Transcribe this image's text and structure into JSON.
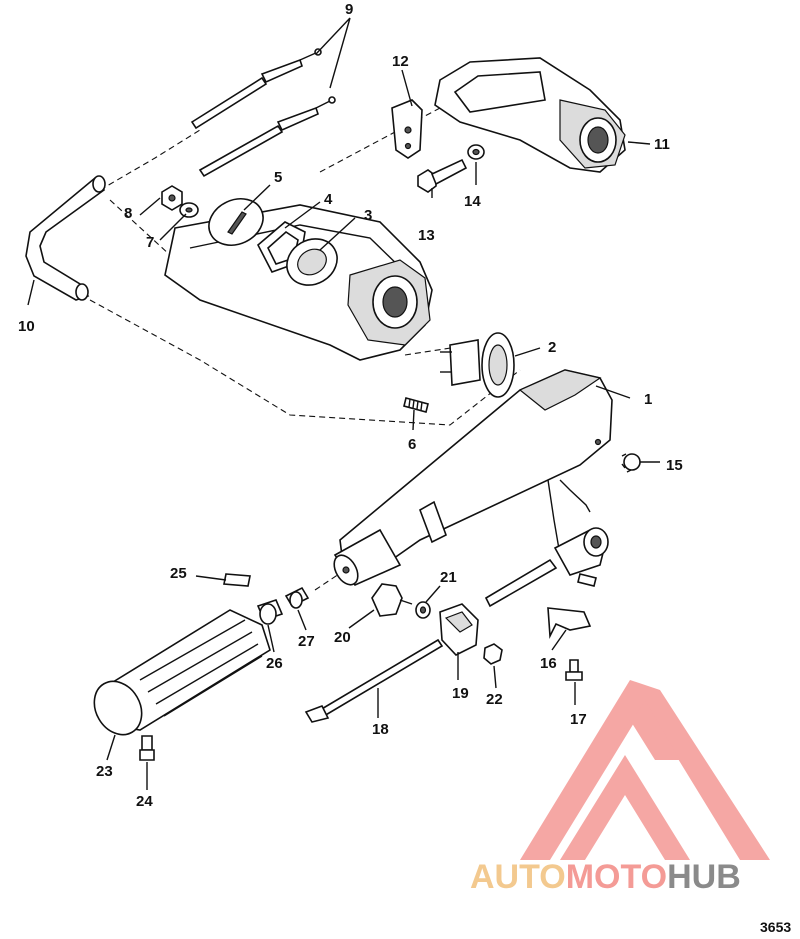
{
  "diagram": {
    "figure_number": "3653",
    "callouts": [
      "1",
      "2",
      "3",
      "4",
      "5",
      "6",
      "7",
      "8",
      "9",
      "10",
      "11",
      "12",
      "13",
      "14",
      "15",
      "16",
      "17",
      "18",
      "19",
      "20",
      "21",
      "22",
      "23",
      "24",
      "25",
      "26",
      "27"
    ]
  },
  "watermark": {
    "text_part1": "AUTO",
    "text_part2": "MOTO",
    "text_part3": "HUB",
    "color_auto": "#f3c98f",
    "color_moto": "#f49b96",
    "color_hub": "#8a8a8a",
    "logo_color": "#f28a86"
  }
}
